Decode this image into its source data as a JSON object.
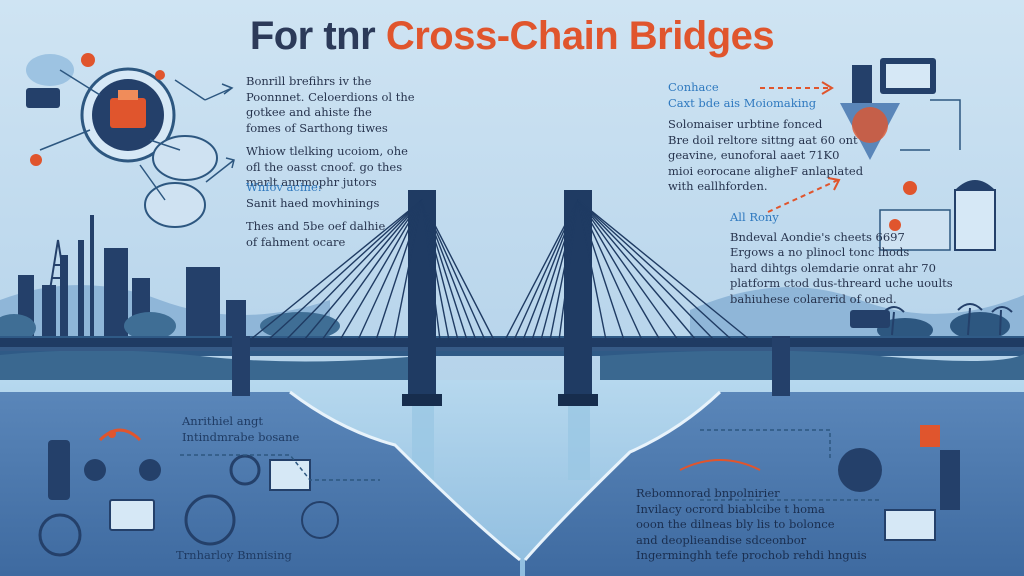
{
  "title": {
    "part1": "For tnr",
    "part2": "Cross-Chain Bridges"
  },
  "left_block": {
    "heading": "Bonrill",
    "lines": [
      "Bonrill brefihrs iv the",
      "Poonnnet. Celoerdions ol the",
      "gotkee and ahiste fhe",
      "fomes of Sarthong tiwes",
      "Whiow tlelking ucoiom, ohe",
      "ofl the oasst cnoof. go thes",
      "marlt anrmophr jutors"
    ]
  },
  "left_block2": {
    "heading": "Wnfov acine:",
    "lines": [
      "Sanit haed movhinings",
      "Thes and 5be oef dalhie",
      "of fahment ocare"
    ]
  },
  "right_block": {
    "heading": "Conhace",
    "subheading": "Caxt bde ais Moiomaking",
    "lines": [
      "Solomaiser urbtine fonced",
      "Bre doil reltore sittng aat 60 ont",
      "geavine, eunoforal aaet 71K0",
      "mioi eorocane aligheF anlaplated",
      "with eallhforden."
    ]
  },
  "right_block2": {
    "heading": "All Rony",
    "lines": [
      "Bndeval Aondie's cheets 6697",
      "Ergows a no plinocl tonc lhods",
      "hard dihtgs olemdarie onrat ahr 70",
      "platform ctod dus-threard uche uoults",
      "bahiuhese colarerid of oned."
    ]
  },
  "bottom_left_label": {
    "lines": [
      "Anrithiel angt",
      "Intindmrabe bosane"
    ]
  },
  "bottom_left_footer": "Trnharloy Bmnising",
  "bottom_right_block": {
    "lines": [
      "Rebomnorad bnpolnirier",
      "Invilacy ocrord biablcibe t homa",
      "ooon the dilneas bly lis to bolonce",
      "and deoplieandise sdceonbor",
      "Ingerminghh tefe prochob rehdi hnguis"
    ]
  },
  "colors": {
    "sky": "#bcd9ee",
    "water": "#a8cde6",
    "ground": "#4f7cb0",
    "bridge": "#1f3b63",
    "accent": "#e0552d",
    "title_dark": "#2c3a59"
  },
  "icons": [
    "gear-icon",
    "laptop-icon",
    "server-icon",
    "globe-icon",
    "padlock-icon",
    "network-node-icon",
    "monitor-icon",
    "arrow-icon"
  ]
}
